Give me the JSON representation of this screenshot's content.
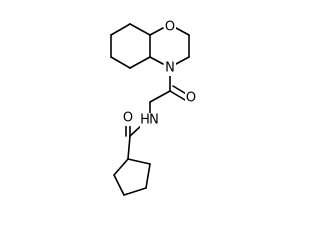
{
  "atoms": {
    "ring_oxygen": "O",
    "ring_nitrogen": "N",
    "carbonyl_oxygen_1": "O",
    "amide_nitrogen": "N",
    "amide_hydrogen": "H",
    "carbonyl_oxygen_2": "O"
  }
}
